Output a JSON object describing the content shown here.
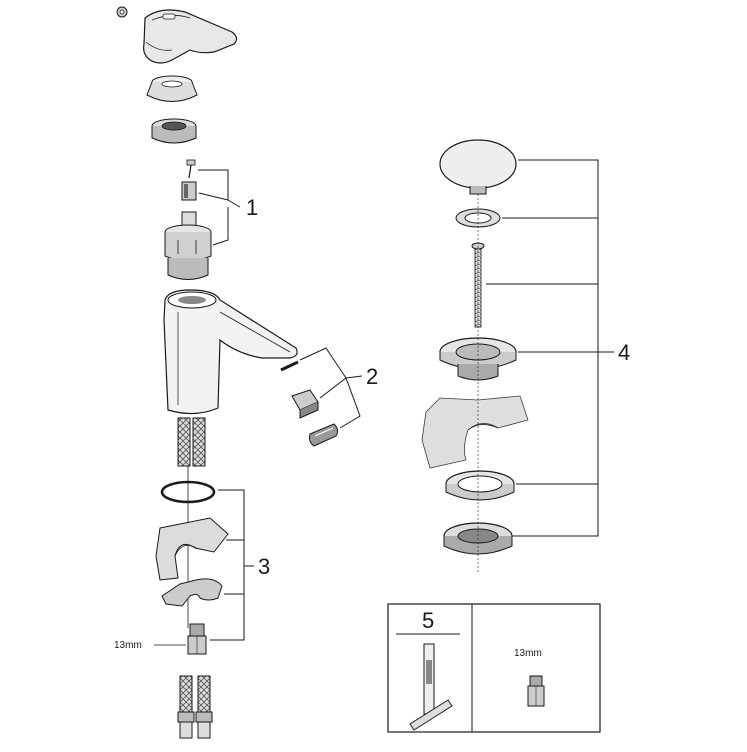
{
  "callouts": {
    "one": "1",
    "two": "2",
    "three": "3",
    "four": "4",
    "five": "5"
  },
  "sizes": {
    "nut_left": "13mm",
    "nut_box": "13mm"
  },
  "colors": {
    "line": "#1a1a1a",
    "part_light": "#eeeeee",
    "part_mid": "#cccccc",
    "part_dark": "#8a8a8a",
    "countertop": "#d9d9d9"
  }
}
